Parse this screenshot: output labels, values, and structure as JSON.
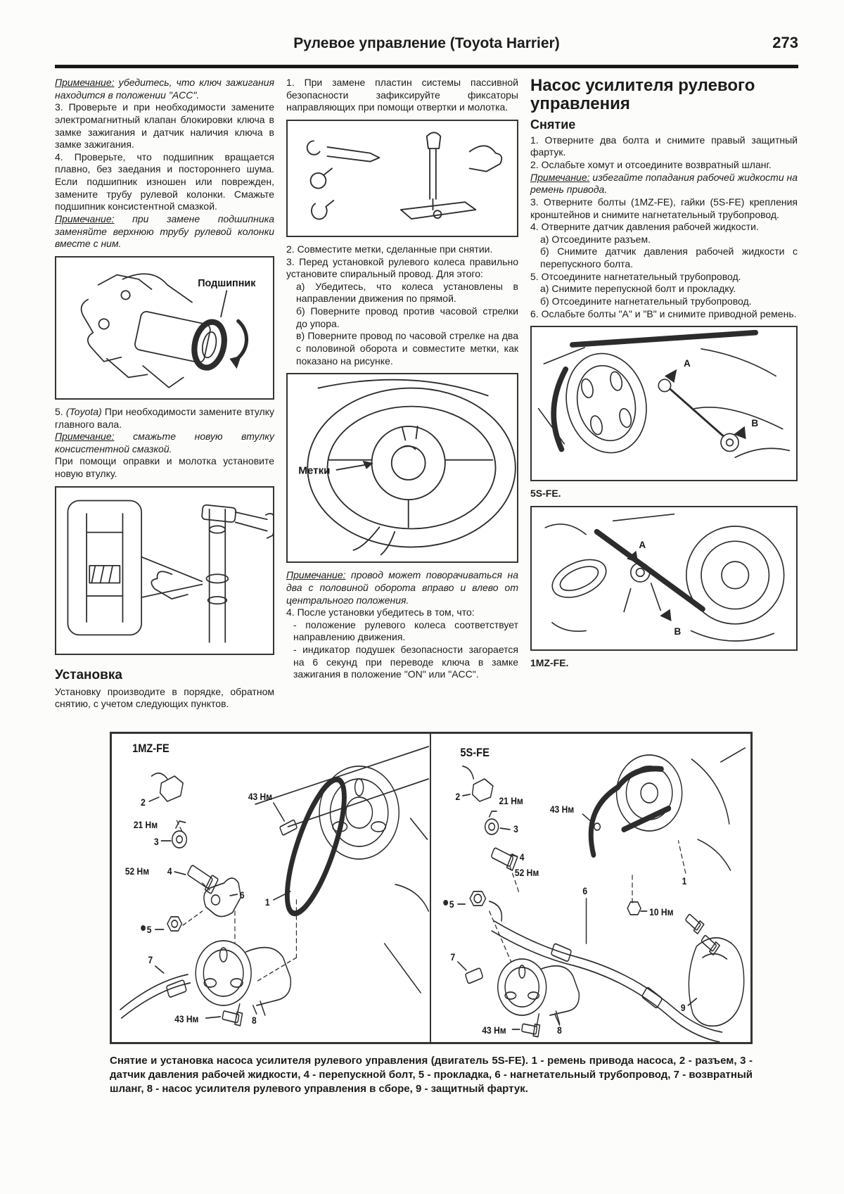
{
  "colors": {
    "ink": "#1c1c1c",
    "paper": "#fcfcfa"
  },
  "header": {
    "title": "Рулевое управление (Toyota Harrier)",
    "page_number": "273"
  },
  "col1": {
    "note1_label": "Примечание:",
    "note1_text": " убедитесь, что ключ зажигания находится в положении \"ACC\".",
    "p3": "3. Проверьте и при необходимости замените электромагнитный клапан блокировки ключа в замке зажигания и датчик наличия ключа в замке зажигания.",
    "p4": "4. Проверьте, что подшипник вращается плавно, без заедания и постороннего шума. Если подшипник изношен или поврежден, замените трубу рулевой колонки. Смажьте подшипник консистентной смазкой.",
    "note2_label": "Примечание:",
    "note2_text": " при замене подшипника заменяйте верхнюю трубу рулевой колонки вместе с ним.",
    "fig_bearing_label": "Подшипник",
    "p5_num": "5.",
    "p5_toyota": "(Toyota)",
    "p5_rest": "При необходимости замените втулку главного вала.",
    "note3_label": "Примечание:",
    "note3_text": " смажьте новую втулку консистентной смазкой.",
    "p5b": "При помощи оправки и молотка установите новую втулку.",
    "heading": "Установка",
    "p_order": "Установку производите в порядке, обратном снятию, с учетом следующих пунктов."
  },
  "col2": {
    "p1": "1. При замене пластин системы пассивной безопасности зафиксируйте фиксаторы направляющих при помощи отвертки и молотка.",
    "p2": "2. Совместите метки, сделанные при снятии.",
    "p3": "3. Перед установкой рулевого колеса правильно установите спиральный провод. Для этого:",
    "pa": "а) Убедитесь, что колеса установлены в направлении движения по прямой.",
    "pb": "б) Поверните провод против часовой стрелки до упора.",
    "pv": "в) Поверните провод по часовой стрелке на два с половиной оборота и совместите метки, как показано на рисунке.",
    "fig_marks_label": "Метки",
    "note_label": "Примечание:",
    "note_text": " провод может поворачиваться на два с половиной оборота вправо и влево от центрального положения.",
    "p4": "4. После установки убедитесь в том, что:",
    "d1": "- положение рулевого колеса соответствует направлению движения.",
    "d2": "- индикатор подушек безопасности загорается на 6 секунд при переводе ключа в замке зажигания в положение \"ON\" или \"ACC\"."
  },
  "col3": {
    "heading": "Насос усилителя рулевого управления",
    "subheading": "Снятие",
    "s1": "1. Отверните два болта и снимите правый защитный фартук.",
    "s2": "2. Ослабьте хомут и отсоедините возвратный шланг.",
    "note_label": "Примечание:",
    "note_text": " избегайте попадания рабочей жидкости на ремень привода.",
    "s3": "3. Отверните болты (1MZ-FE), гайки (5S-FE) крепления кронштейнов и снимите нагнетательный трубопровод.",
    "s4": "4. Отверните датчик давления рабочей жидкости.",
    "s4a": "а) Отсоедините разъем.",
    "s4b": "б) Снимите датчик давления рабочей жидкости с перепускного болта.",
    "s5": "5. Отсоедините нагнетательный трубопровод.",
    "s5a": "а) Снимите перепускной болт и прокладку.",
    "s5b": "б) Отсоедините нагнетательный трубопровод.",
    "s6": "6. Ослабьте болты \"А\" и \"В\" и снимите приводной ремень.",
    "marker_a": "A",
    "marker_b": "B",
    "fig_5sfe_caption": "5S-FE.",
    "fig_1mzfe_caption": "1MZ-FE."
  },
  "bottom_figure": {
    "left": {
      "title": "1MZ-FE",
      "torque_top": "43 Нм",
      "torque_21": "21 Нм",
      "torque_52": "52 Нм",
      "torque_bottom": "43 Нм",
      "n1": "1",
      "n2": "2",
      "n3": "3",
      "n4": "4",
      "n5": "5",
      "n6": "6",
      "n7": "7",
      "n8": "8"
    },
    "right": {
      "title": "5S-FE",
      "torque_top": "43 Нм",
      "torque_21": "21 Нм",
      "torque_52": "52 Нм",
      "torque_10": "10 Нм",
      "torque_bottom": "43 Нм",
      "n1": "1",
      "n2": "2",
      "n3": "3",
      "n4": "4",
      "n5": "5",
      "n6": "6",
      "n7": "7",
      "n8": "8",
      "n9": "9"
    }
  },
  "caption": "Снятие и установка насоса усилителя рулевого управления (двигатель 5S-FE). 1 - ремень привода насоса, 2 - разъем, 3 - датчик давления рабочей жидкости, 4 - перепускной болт, 5 - прокладка, 6 - нагнетательный трубопровод, 7 - возвратный шланг, 8 - насос усилителя рулевого управления в сборе, 9 - защитный фартук."
}
